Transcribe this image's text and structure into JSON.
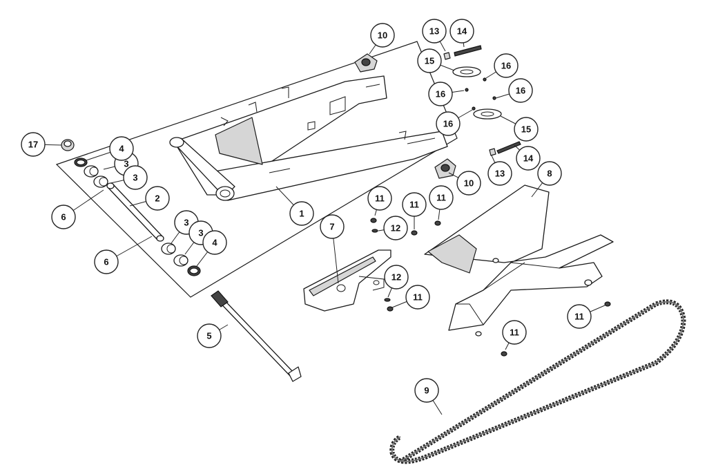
{
  "diagram": {
    "callouts": [
      {
        "id": "c1",
        "label": "1"
      },
      {
        "id": "c2",
        "label": "2"
      },
      {
        "id": "c3a",
        "label": "3"
      },
      {
        "id": "c3b",
        "label": "3"
      },
      {
        "id": "c3c",
        "label": "3"
      },
      {
        "id": "c3d",
        "label": "3"
      },
      {
        "id": "c4a",
        "label": "4"
      },
      {
        "id": "c4b",
        "label": "4"
      },
      {
        "id": "c5",
        "label": "5"
      },
      {
        "id": "c6a",
        "label": "6"
      },
      {
        "id": "c6b",
        "label": "6"
      },
      {
        "id": "c7",
        "label": "7"
      },
      {
        "id": "c8",
        "label": "8"
      },
      {
        "id": "c9",
        "label": "9"
      },
      {
        "id": "c10a",
        "label": "10"
      },
      {
        "id": "c10b",
        "label": "10"
      },
      {
        "id": "c11a",
        "label": "11"
      },
      {
        "id": "c11b",
        "label": "11"
      },
      {
        "id": "c11c",
        "label": "11"
      },
      {
        "id": "c11d",
        "label": "11"
      },
      {
        "id": "c11e",
        "label": "11"
      },
      {
        "id": "c11f",
        "label": "11"
      },
      {
        "id": "c12a",
        "label": "12"
      },
      {
        "id": "c12b",
        "label": "12"
      },
      {
        "id": "c13a",
        "label": "13"
      },
      {
        "id": "c13b",
        "label": "13"
      },
      {
        "id": "c14a",
        "label": "14"
      },
      {
        "id": "c14b",
        "label": "14"
      },
      {
        "id": "c15a",
        "label": "15"
      },
      {
        "id": "c15b",
        "label": "15"
      },
      {
        "id": "c16a",
        "label": "16"
      },
      {
        "id": "c16b",
        "label": "16"
      },
      {
        "id": "c16c",
        "label": "16"
      },
      {
        "id": "c16d",
        "label": "16"
      },
      {
        "id": "c17",
        "label": "17"
      }
    ]
  }
}
